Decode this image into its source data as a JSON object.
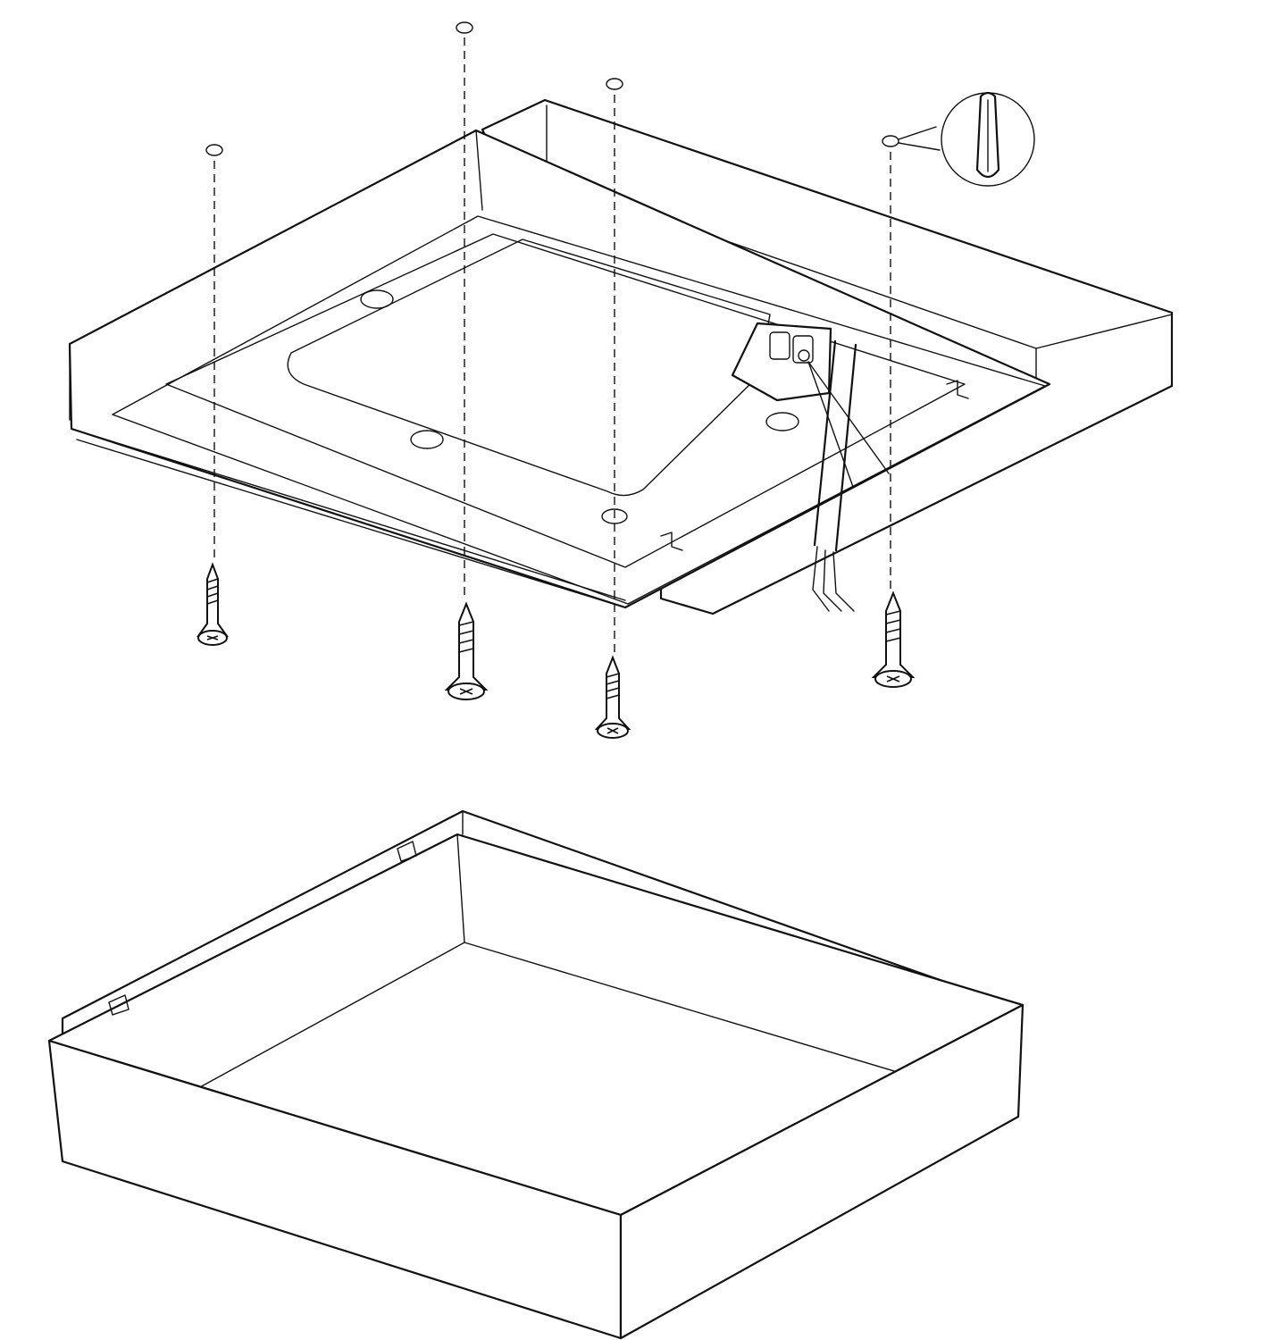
{
  "figure": {
    "title": "",
    "colors": {
      "line": "#111111",
      "background": "#ffffff"
    }
  },
  "parts": {
    "mounting_plate": {
      "icon": "mounting-plate-icon"
    },
    "lamp_body": {
      "icon": "lamp-body-icon"
    },
    "wall_plug_detail": {
      "icon": "wall-plug-icon"
    },
    "power_cable": {
      "icon": "cable-icon",
      "conductors": 3
    },
    "screws": {
      "icon": "screw-icon",
      "count": 4
    },
    "wall_anchors": {
      "icon": "anchor-hole-icon",
      "count": 4
    }
  }
}
